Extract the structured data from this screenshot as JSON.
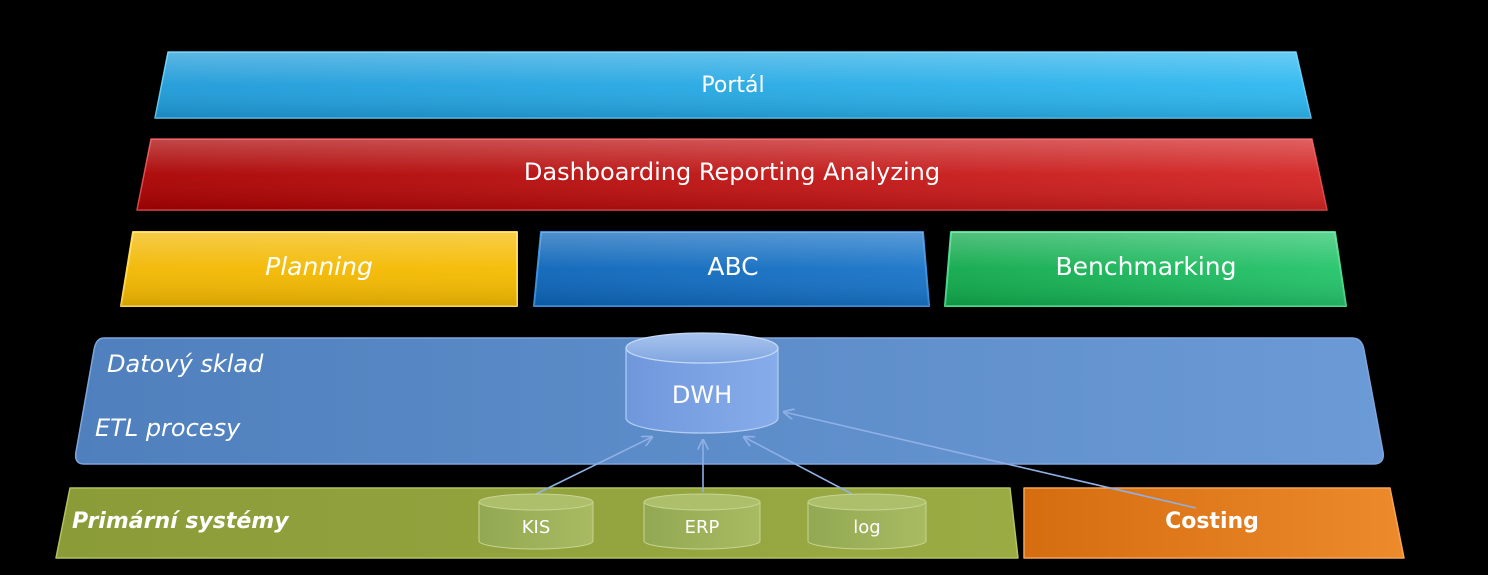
{
  "diagram": {
    "layers": {
      "portal": {
        "label": "Portál"
      },
      "dra": {
        "label": "Dashboarding Reporting Analyzing"
      },
      "planning": {
        "label": "Planning"
      },
      "abc": {
        "label": "ABC"
      },
      "benchmarking": {
        "label": "Benchmarking"
      },
      "dwh_layer": {
        "label1": "Datový sklad",
        "label2": "ETL procesy"
      },
      "primary": {
        "label": "Primární systémy"
      },
      "costing": {
        "label": "Costing"
      }
    },
    "databases": {
      "dwh": "DWH",
      "kis": "KIS",
      "erp": "ERP",
      "log": "log"
    }
  }
}
